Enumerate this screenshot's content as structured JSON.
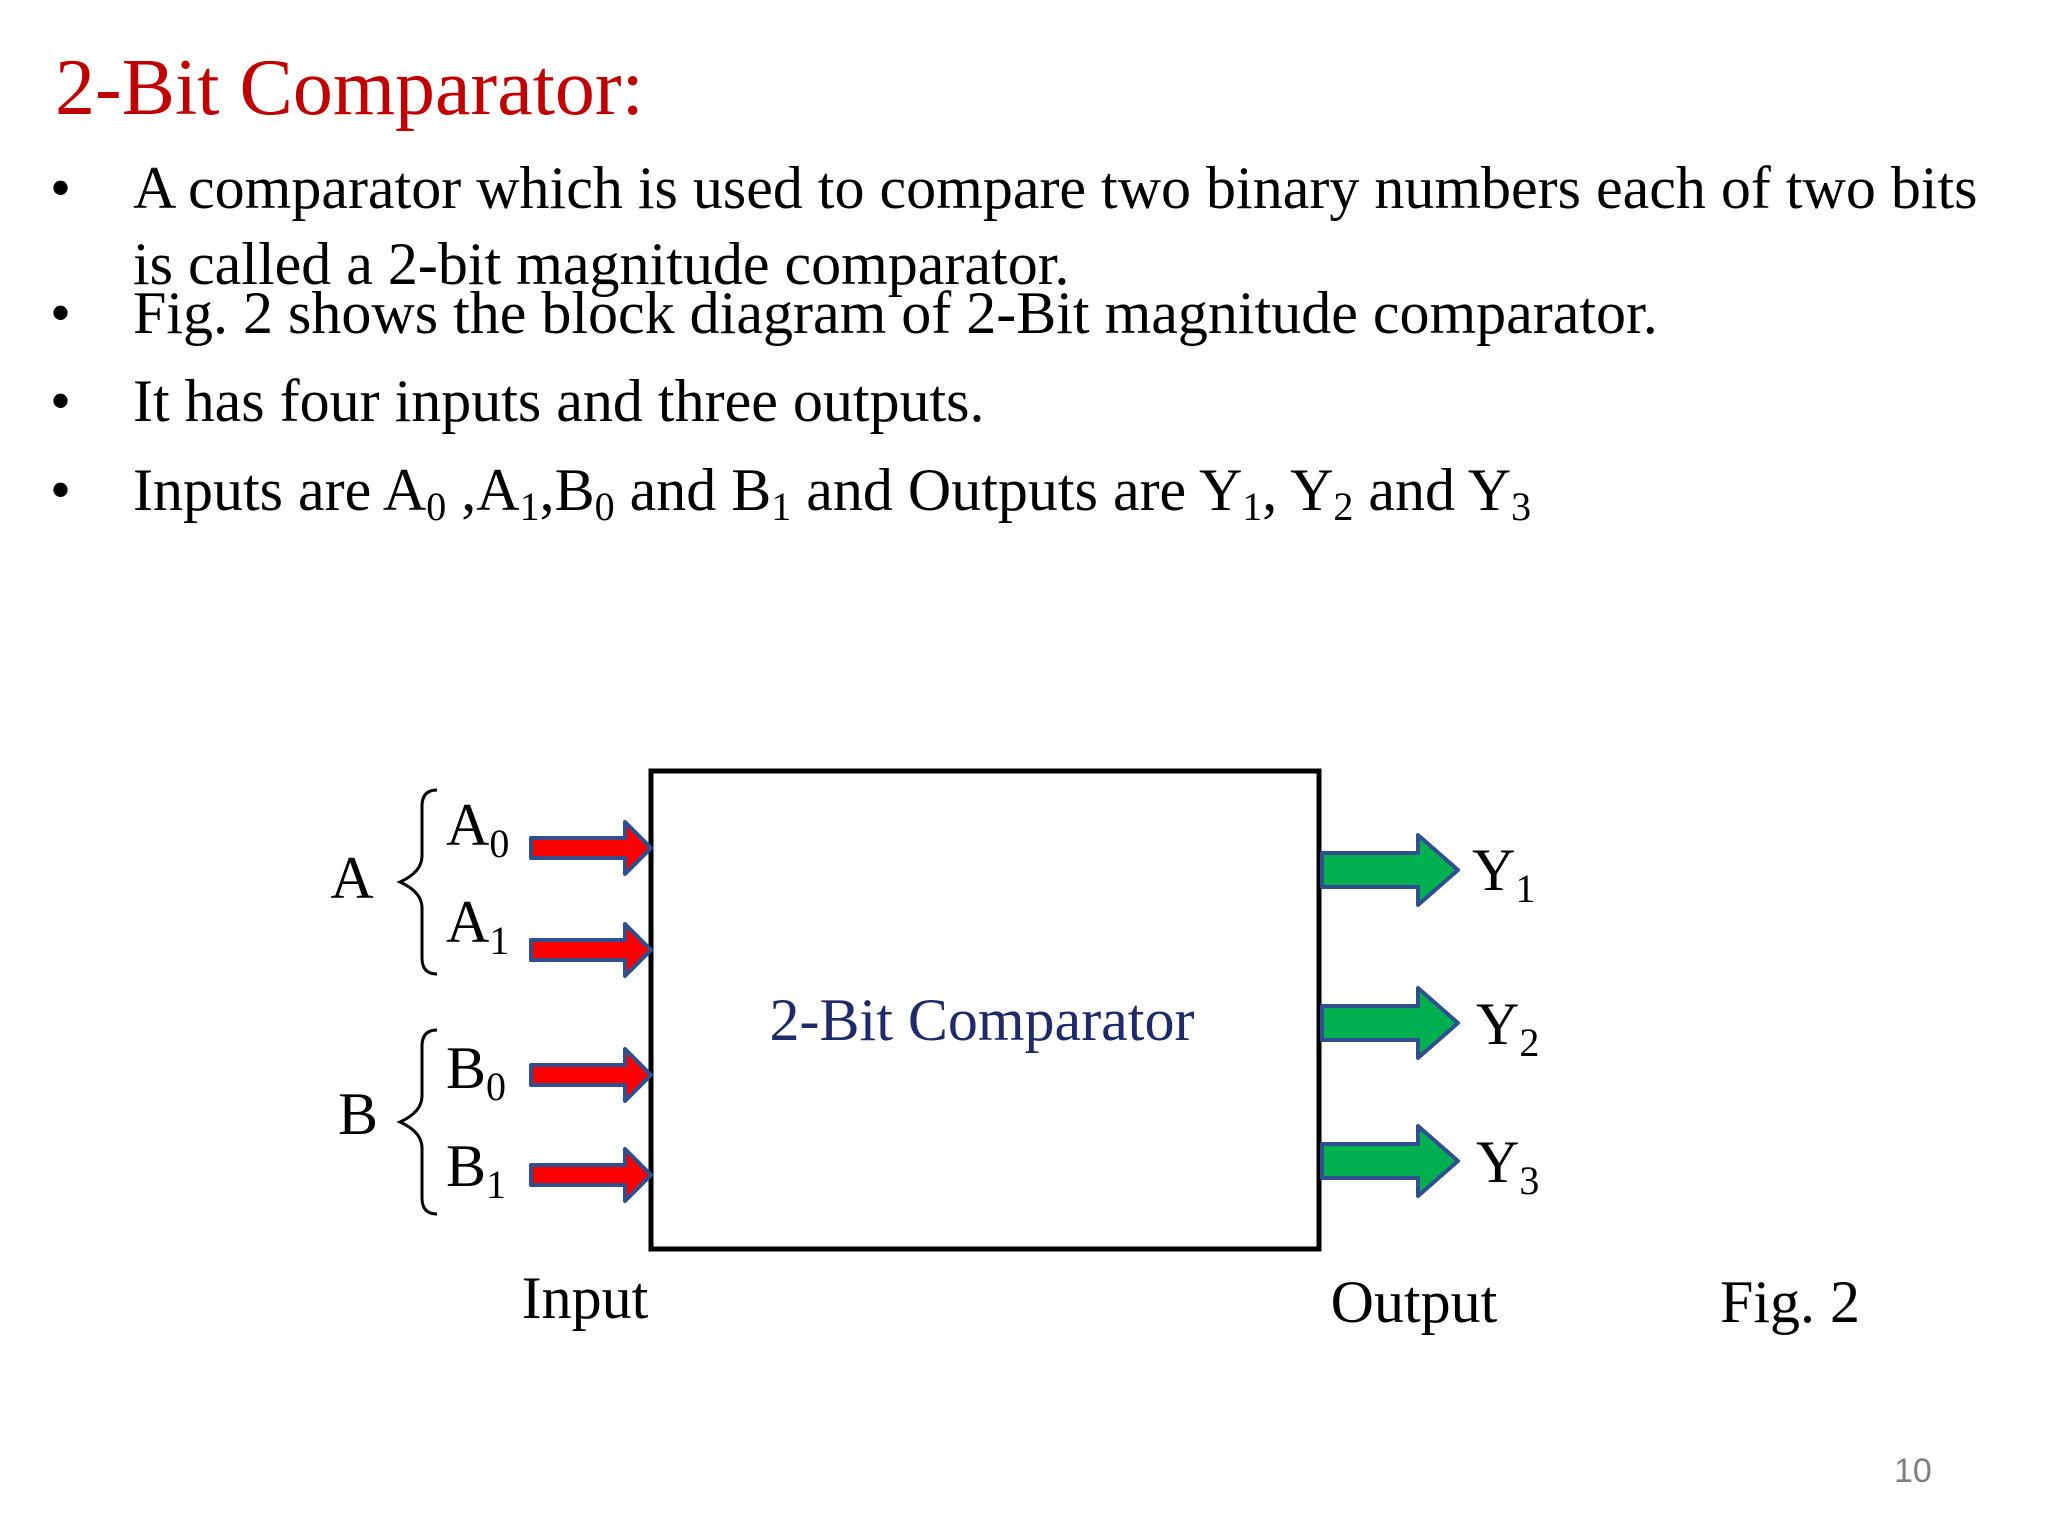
{
  "title": "2-Bit Comparator:",
  "bullets": [
    {
      "id": "b1",
      "text": "A  comparator which is used to compare two binary numbers each of two bits is called a 2-bit magnitude comparator."
    },
    {
      "id": "b2",
      "text": "Fig. 2 shows the block diagram of 2-Bit magnitude comparator."
    },
    {
      "id": "b3",
      "text": "It has four inputs and three outputs."
    },
    {
      "id": "b4",
      "parts": [
        {
          "t": "Inputs are A"
        },
        {
          "s": "0"
        },
        {
          "t": " ,A"
        },
        {
          "s": "1"
        },
        {
          "t": ",B"
        },
        {
          "s": "0"
        },
        {
          "t": " and B"
        },
        {
          "s": "1"
        },
        {
          "t": " and Outputs are Y"
        },
        {
          "s": "1"
        },
        {
          "t": ", Y"
        },
        {
          "s": "2"
        },
        {
          "t": " and Y"
        },
        {
          "s": "3"
        }
      ]
    }
  ],
  "diagram": {
    "block_label": "2-Bit Comparator",
    "group_a_label": "A",
    "group_b_label": "B",
    "inputs": [
      {
        "base": "A",
        "sub": "0"
      },
      {
        "base": "A",
        "sub": "1"
      },
      {
        "base": "B",
        "sub": "0"
      },
      {
        "base": "B",
        "sub": "1"
      }
    ],
    "outputs": [
      {
        "base": "Y",
        "sub": "1"
      },
      {
        "base": "Y",
        "sub": "2"
      },
      {
        "base": "Y",
        "sub": "3"
      }
    ],
    "input_caption": "Input",
    "output_caption": "Output",
    "figure_caption": "Fig. 2"
  },
  "page_number": "10",
  "colors": {
    "title": "#c00000",
    "block_label": "#1f2a6b",
    "input_arrow": "#ff0000",
    "output_arrow": "#00b050",
    "arrow_outline": "#2f4f8f",
    "page_number": "#7f7f7f"
  },
  "icons": {
    "bullet": "bullet-dot",
    "input_arrow": "red-right-arrow",
    "output_arrow": "green-right-arrow",
    "brace": "curly-brace"
  }
}
